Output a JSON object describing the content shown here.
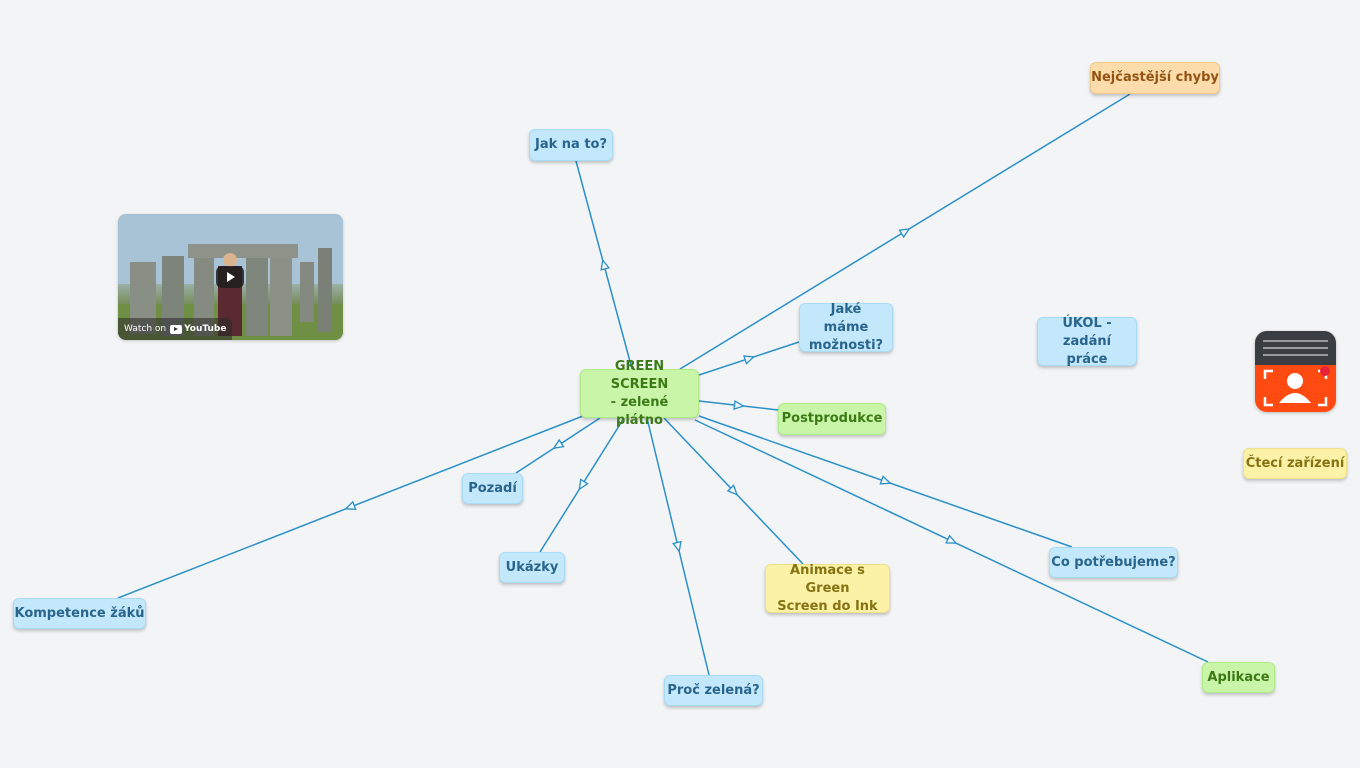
{
  "diagram": {
    "central": "GREEN SCREEN\n- zelené plátno",
    "nodes": {
      "nejcastejsi_chyby": "Nejčastější chyby",
      "jak_na_to": "Jak na to?",
      "jake_mame_moznosti": "Jaké máme\nmožnosti?",
      "ukol": "ÚKOL -\nzadání práce",
      "postprodukce": "Postprodukce",
      "cteci_zarizeni": "Čtecí zařízení",
      "pozadi": "Pozadí",
      "ukazky": "Ukázky",
      "kompetence_zaku": "Kompetence žáků",
      "animace": "Animace s Green\nScreen do Ink",
      "co_potrebujeme": "Co potřebujeme?",
      "proc_zelena": "Proč zelená?",
      "aplikace": "Aplikace"
    },
    "colors": {
      "edge": "#2a90c8",
      "blue": "#c4e8fb",
      "green": "#c9f5a8",
      "yellow": "#fbf2a8",
      "orange": "#fbdcaa"
    }
  },
  "video": {
    "watch_on": "Watch on",
    "brand": "YouTube",
    "play_icon": "play-icon"
  },
  "app_icon": {
    "name": "user-camera-icon"
  }
}
